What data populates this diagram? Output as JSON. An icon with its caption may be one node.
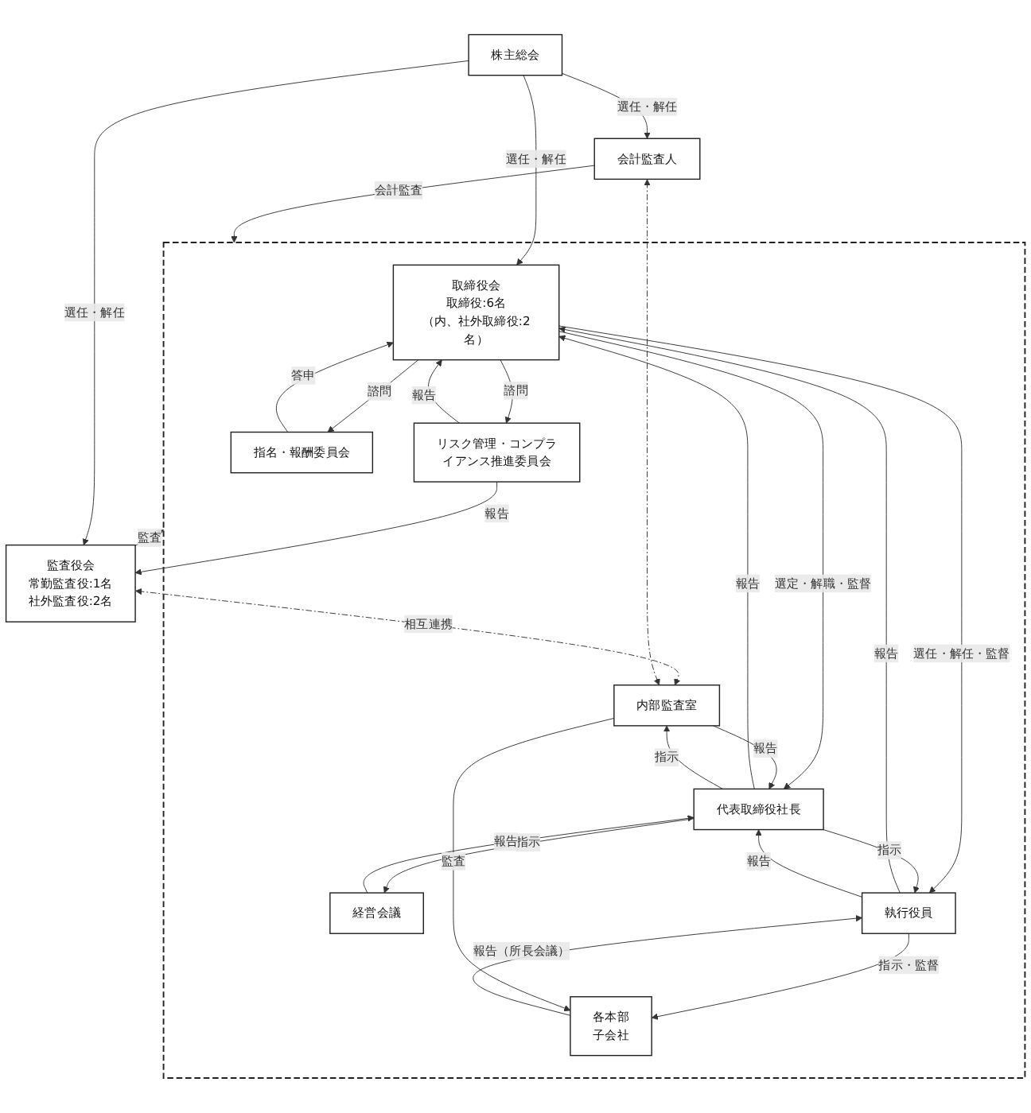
{
  "diagram": {
    "nodes": [
      {
        "text": [
          "株主総会"
        ]
      },
      {
        "text": [],
        "shape": "box"
      },
      {
        "text": [
          "取締役会",
          "取締役:6名",
          "（内、社外取締役:2名）"
        ],
        "in": 1
      },
      {
        "text": [
          "リスク管理・コンプライアンス推進委員会"
        ],
        "in": 1
      },
      {
        "text": [
          "指名・報酬委員会"
        ],
        "in": 1
      },
      {
        "text": [
          "監査役会",
          "常勤監査役:1名",
          "社外監査役:2名"
        ]
      },
      {
        "text": [
          "代表取締役社長"
        ],
        "in": 1
      },
      {
        "text": [
          "内部監査室"
        ],
        "in": 1
      },
      {
        "text": [
          "経営会議"
        ],
        "in": 1
      },
      {
        "text": [
          "執行役員"
        ],
        "in": 1
      },
      {
        "text": [
          "各本部",
          "子会社"
        ],
        "in": 1
      },
      {
        "text": [
          "会計監査人"
        ]
      }
    ],
    "edges": [
      {
        "from": 0,
        "to": 2,
        "arrow": "to",
        "label": "選任・解任"
      },
      {
        "from": 0,
        "to": 5,
        "arrow": "to",
        "label": "選任・解任"
      },
      {
        "from": 0,
        "to": 11,
        "arrow": "to",
        "label": "選任・解任"
      },
      {
        "from": 2,
        "to": 3,
        "arrow": "to",
        "label": "諮問"
      },
      {
        "from": 3,
        "to": 2,
        "arrow": "to",
        "label": "報告"
      },
      {
        "from": 2,
        "to": 4,
        "arrow": "to",
        "label": "諮問"
      },
      {
        "from": 4,
        "to": 2,
        "arrow": "to",
        "label": "答申"
      },
      {
        "from": 2,
        "to": 6,
        "arrow": "to",
        "label": "選定・解職・監督"
      },
      {
        "from": 6,
        "to": 2,
        "arrow": "to",
        "label": "報告"
      },
      {
        "from": 2,
        "to": 9,
        "arrow": "to",
        "label": "選任・解任・監督"
      },
      {
        "from": 9,
        "to": 2,
        "arrow": "to",
        "label": "報告"
      },
      {
        "from": 6,
        "to": 7,
        "arrow": "to",
        "label": "指示"
      },
      {
        "from": 7,
        "to": 6,
        "arrow": "to",
        "label": "報告"
      },
      {
        "from": 6,
        "to": 8,
        "arrow": "to",
        "label": "指示"
      },
      {
        "from": 8,
        "to": 6,
        "arrow": "to",
        "label": "報告"
      },
      {
        "from": 6,
        "to": 9,
        "arrow": "to",
        "label": "指示"
      },
      {
        "from": 9,
        "to": 6,
        "arrow": "to",
        "label": "報告"
      },
      {
        "from": 9,
        "to": 10,
        "arrow": "to",
        "label": "指示・監督"
      },
      {
        "from": 10,
        "to": 9,
        "arrow": "to",
        "label": "報告（所長会議）"
      },
      {
        "from": 7,
        "to": 10,
        "arrow": "to",
        "label": "監査"
      },
      {
        "from": 5,
        "to": 1,
        "arrow": "to",
        "label": "監査"
      },
      {
        "from": 3,
        "to": 5,
        "arrow": "to",
        "label": "報告"
      },
      {
        "from": 5,
        "to": 7,
        "arrow": "both",
        "style": "dashed",
        "label": "相互連携"
      },
      {
        "from": 11,
        "to": 7,
        "arrow": "both",
        "style": "dashed"
      },
      {
        "from": 11,
        "to": 1,
        "arrow": "to",
        "label": "会計監査"
      }
    ]
  }
}
